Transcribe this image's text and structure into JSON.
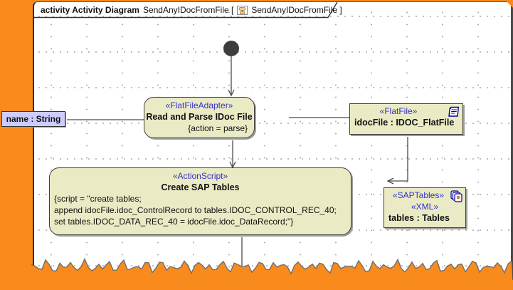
{
  "frame": {
    "keyword": "activity Activity Diagram",
    "before_icon": "SendAnyIDocFromFile [",
    "after_icon": "SendAnyIDocFromFile ]"
  },
  "nodes": {
    "read_parse": {
      "stereotype": "«FlatFileAdapter»",
      "name": "Read and Parse IDoc File",
      "tag": "{action = parse}"
    },
    "idoc_file": {
      "stereotype": "«FlatFile»",
      "name": "idocFile : IDOC_FlatFile",
      "icon": "document-icon"
    },
    "create_tables": {
      "stereotype": "«ActionScript»",
      "name": "Create SAP Tables",
      "script_lines": [
        "{script = \"create tables;",
        "append idocFile.idoc_ControlRecord to tables.IDOC_CONTROL_REC_40;",
        "set tables.IDOC_DATA_REC_40 = idocFile.idoc_DataRecord;\"}"
      ]
    },
    "sap_tables": {
      "stereotype1": "«SAPTables»",
      "stereotype2": "«XML»",
      "name": "tables : Tables",
      "icon": "copies-icon"
    },
    "input_pin": {
      "label": "name : String"
    }
  },
  "colors": {
    "background_orange": "#F98A1C",
    "accent_blue": "#3333CC",
    "node_fill": "#EAEAC5",
    "node_border": "#3F3F3F",
    "pin_fill": "#CCCCFF",
    "line": "#4A4A4A",
    "grid_dot": "#ABABAB",
    "shadow": "#9E9E9E"
  }
}
